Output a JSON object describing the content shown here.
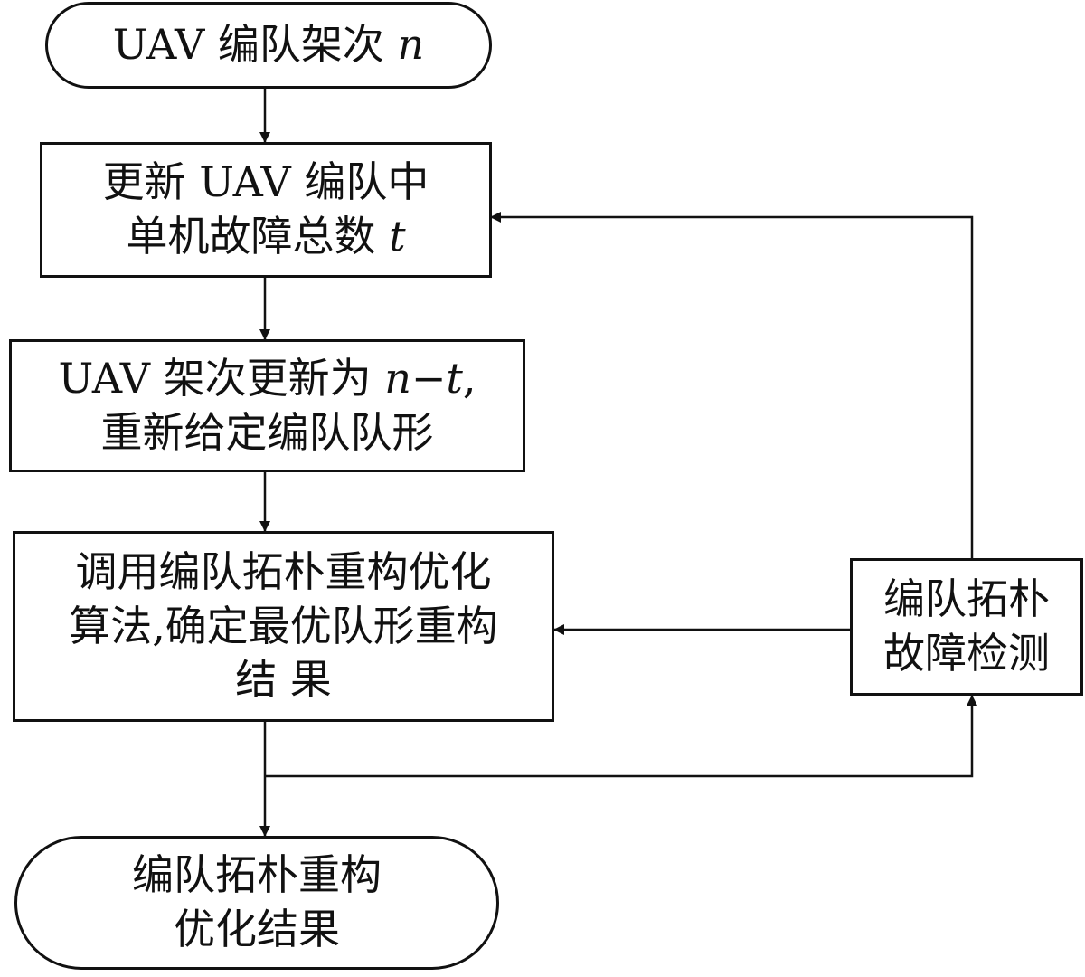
{
  "start": {
    "prefix": "UAV 编队架次 ",
    "var": "n"
  },
  "update_faults": {
    "line1": "更新 UAV 编队中",
    "line2_prefix": "单机故障总数 ",
    "line2_var": "t"
  },
  "update_count": {
    "line1_prefix": "UAV 架次更新为 ",
    "line1_var": "n−t",
    "line1_suffix": ",",
    "line2": "重新给定编队队形"
  },
  "optimize": {
    "line1": "调用编队拓朴重构优化",
    "line2": "算法,确定最优队形重构",
    "line3": "结  果"
  },
  "detect": {
    "line1": "编队拓朴",
    "line2": "故障检测"
  },
  "end": {
    "line1": "编队拓朴重构",
    "line2": "优化结果"
  }
}
